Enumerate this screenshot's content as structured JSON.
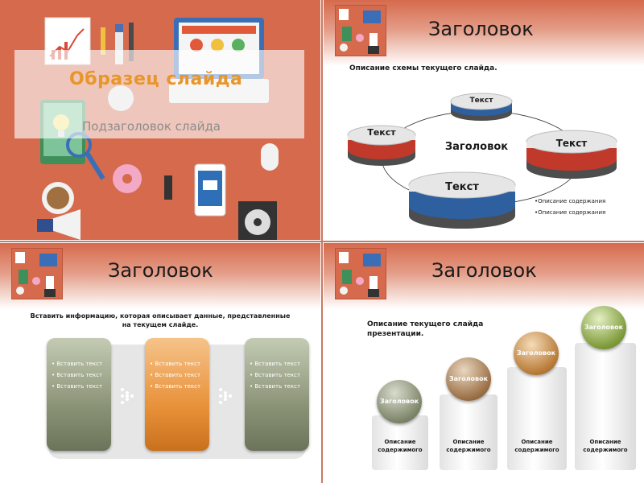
{
  "slide1": {
    "title": "Образец слайда",
    "subtitle": "Подзаголовок слайда"
  },
  "slide2": {
    "header": "Заголовок",
    "description": "Описание схемы текущего слайда.",
    "center": "Заголовок",
    "discs": [
      "Текст",
      "Текст",
      "Текст",
      "Текст"
    ],
    "bullets": [
      "Описание содержания",
      "Описание содержания"
    ]
  },
  "slide3": {
    "header": "Заголовок",
    "description_line1": "Вставить информацию, которая описывает данные, представленные",
    "description_line2": "на текущем слайде.",
    "panels": [
      {
        "items": [
          "Вставить текст",
          "Вставить текст",
          "Вставить текст"
        ]
      },
      {
        "items": [
          "Вставить текст",
          "Вставить текст",
          "Вставить текст"
        ]
      },
      {
        "items": [
          "Вставить текст",
          "Вставить текст",
          "Вставить текст"
        ]
      }
    ]
  },
  "slide4": {
    "header": "Заголовок",
    "description_line1": "Описание текущего слайда",
    "description_line2": "презентации.",
    "steps": [
      {
        "sphere": "Заголовок",
        "label1": "Описание",
        "label2": "содержимого"
      },
      {
        "sphere": "Заголовок",
        "label1": "Описание",
        "label2": "содержимого"
      },
      {
        "sphere": "Заголовок",
        "label1": "Описание",
        "label2": "содержимого"
      },
      {
        "sphere": "Заголовок",
        "label1": "Описание",
        "label2": "содержимого"
      }
    ]
  },
  "colors": {
    "accent": "#d66a4d",
    "title_orange": "#e8962a",
    "disc_red": "#c0392b",
    "disc_blue": "#2e5f9e",
    "panel_gray": "#8b9377",
    "panel_orange": "#e8923a"
  }
}
